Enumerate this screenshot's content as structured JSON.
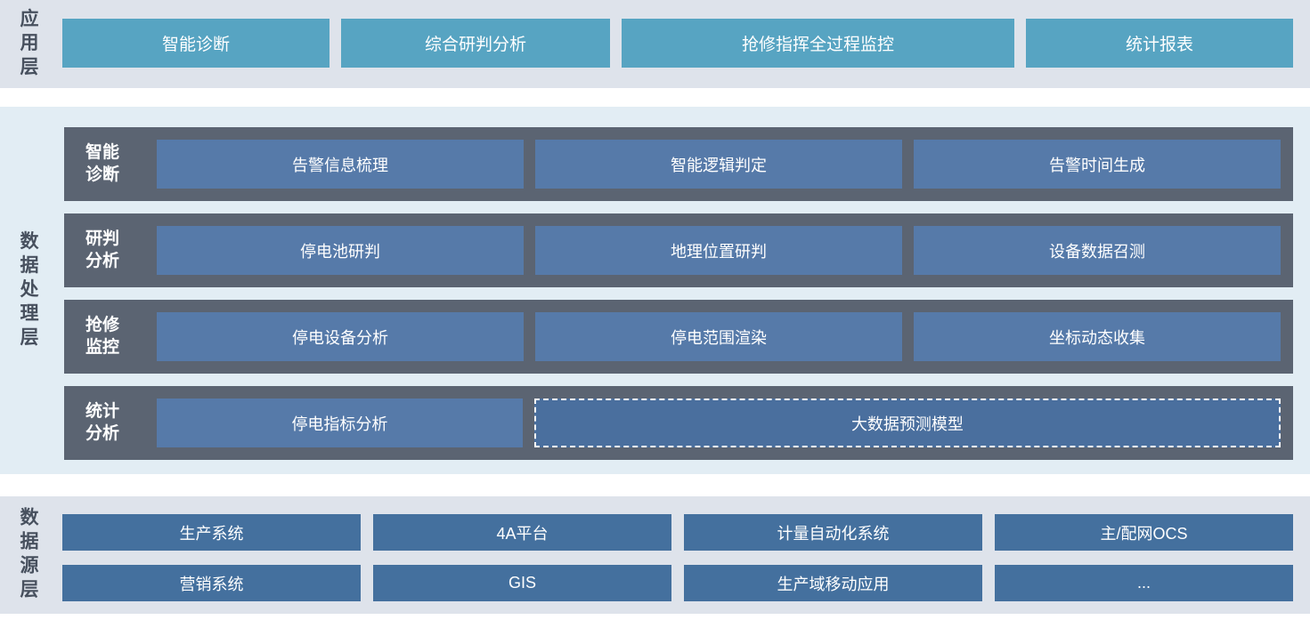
{
  "colors": {
    "page_bg": "#ffffff",
    "app_section_bg": "#dee3eb",
    "process_section_bg": "#e2edf4",
    "source_section_bg": "#dee3eb",
    "app_button": "#57a4c2",
    "process_row_bg": "#5b6472",
    "process_button": "#567aa9",
    "process_button_dashed": "#4a6f9e",
    "source_button": "#44709e",
    "layer_label_text": "#47505e",
    "button_text": "#ffffff"
  },
  "app_layer": {
    "label": "应用层",
    "buttons": [
      "智能诊断",
      "综合研判分析",
      "抢修指挥全过程监控",
      "统计报表"
    ]
  },
  "process_layer": {
    "label": "数据处理层",
    "rows": [
      {
        "label": "智能诊断",
        "buttons": [
          "告警信息梳理",
          "智能逻辑判定",
          "告警时间生成"
        ]
      },
      {
        "label": "研判分析",
        "buttons": [
          "停电池研判",
          "地理位置研判",
          "设备数据召测"
        ]
      },
      {
        "label": "抢修监控",
        "buttons": [
          "停电设备分析",
          "停电范围渲染",
          "坐标动态收集"
        ]
      },
      {
        "label": "统计分析",
        "buttons": [
          "停电指标分析",
          "大数据预测模型"
        ]
      }
    ]
  },
  "source_layer": {
    "label": "数据源层",
    "buttons": [
      "生产系统",
      "4A平台",
      "计量自动化系统",
      "主/配网OCS",
      "营销系统",
      "GIS",
      "生产域移动应用",
      "..."
    ]
  }
}
